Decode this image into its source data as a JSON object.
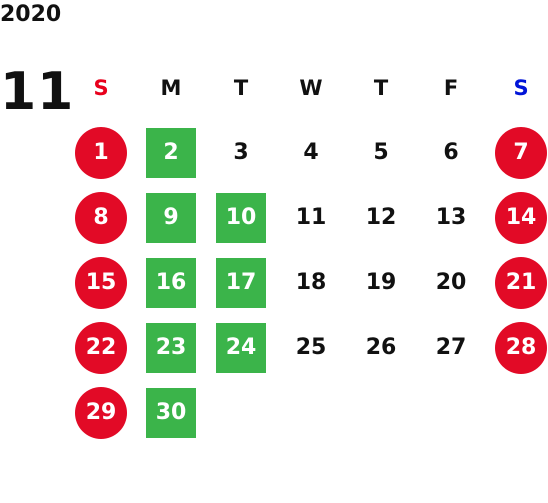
{
  "calendar": {
    "year": "2020",
    "month": "11",
    "weekdays": [
      {
        "label": "S",
        "kind": "sun"
      },
      {
        "label": "M",
        "kind": "plain"
      },
      {
        "label": "T",
        "kind": "plain"
      },
      {
        "label": "W",
        "kind": "plain"
      },
      {
        "label": "T",
        "kind": "plain"
      },
      {
        "label": "F",
        "kind": "plain"
      },
      {
        "label": "S",
        "kind": "sat"
      }
    ],
    "colors": {
      "sunday_header": "#e8001c",
      "saturday_header": "#0014d8",
      "holiday_circle": "#e20a26",
      "green_highlight": "#3bb44a"
    },
    "weeks": [
      [
        {
          "day": "1",
          "style": "holiday"
        },
        {
          "day": "2",
          "style": "school"
        },
        {
          "day": "3",
          "style": "plain"
        },
        {
          "day": "4",
          "style": "plain"
        },
        {
          "day": "5",
          "style": "plain"
        },
        {
          "day": "6",
          "style": "plain"
        },
        {
          "day": "7",
          "style": "holiday"
        }
      ],
      [
        {
          "day": "8",
          "style": "holiday"
        },
        {
          "day": "9",
          "style": "school"
        },
        {
          "day": "10",
          "style": "school"
        },
        {
          "day": "11",
          "style": "plain"
        },
        {
          "day": "12",
          "style": "plain"
        },
        {
          "day": "13",
          "style": "plain"
        },
        {
          "day": "14",
          "style": "holiday"
        }
      ],
      [
        {
          "day": "15",
          "style": "holiday"
        },
        {
          "day": "16",
          "style": "school"
        },
        {
          "day": "17",
          "style": "school"
        },
        {
          "day": "18",
          "style": "plain"
        },
        {
          "day": "19",
          "style": "plain"
        },
        {
          "day": "20",
          "style": "plain"
        },
        {
          "day": "21",
          "style": "holiday"
        }
      ],
      [
        {
          "day": "22",
          "style": "holiday"
        },
        {
          "day": "23",
          "style": "school"
        },
        {
          "day": "24",
          "style": "school"
        },
        {
          "day": "25",
          "style": "plain"
        },
        {
          "day": "26",
          "style": "plain"
        },
        {
          "day": "27",
          "style": "plain"
        },
        {
          "day": "28",
          "style": "holiday"
        }
      ],
      [
        {
          "day": "29",
          "style": "holiday"
        },
        {
          "day": "30",
          "style": "school"
        }
      ]
    ]
  }
}
